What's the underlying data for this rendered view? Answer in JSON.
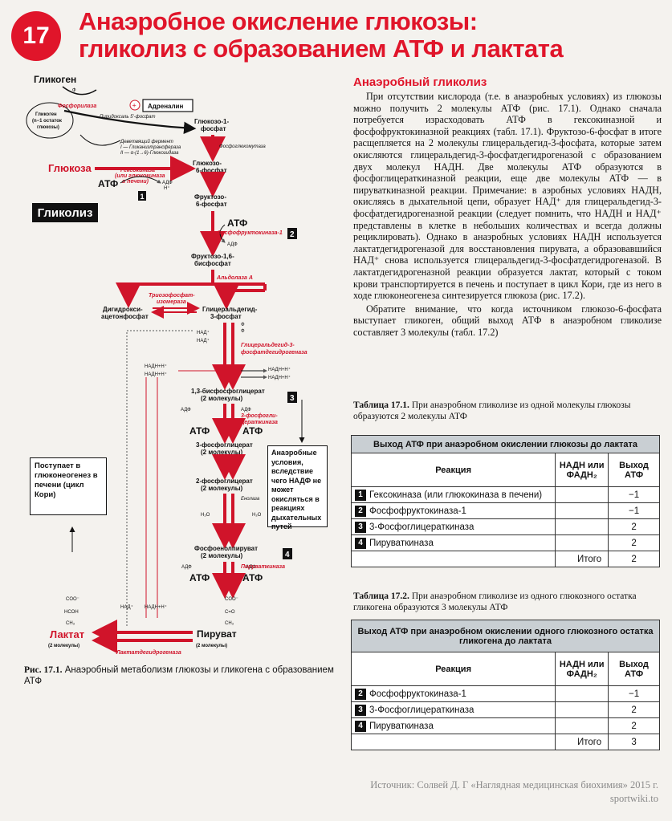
{
  "header": {
    "chapter": "17",
    "title_line1": "Анаэробное окисление глюкозы:",
    "title_line2": "гликолиз с образованием АТФ и лактата"
  },
  "diagram": {
    "glycogen": "Гликоген",
    "glycogen_rest_1": "Гликоген",
    "glycogen_rest_2": "(n−1 остаток",
    "glycogen_rest_3": "глюкозы)",
    "phi": "Ф",
    "phosphorylase": "Фосфорилаза",
    "plus": "+",
    "adrenalin": "Адреналин",
    "pyridoxal": "Пиридоксаль 5'-фосфат",
    "debranch_1": "Деветвящий фермент",
    "debranch_2": "I — Гликанизтрансфераза",
    "debranch_3": "II — α-(1→6)-Глюкозидаза",
    "g1p_1": "Глюкозо-1-",
    "g1p_2": "фосфат",
    "phosphoglucomutase": "Фосфоглюкомутаза",
    "glucose": "Глюкоза",
    "hexokinase_1": "Гексокиназа",
    "hexokinase_2": "(или глюкокиназа",
    "hexokinase_3": "в печени)",
    "atp": "АТФ",
    "adp": "АДФ",
    "hplus": "Н⁺",
    "g6p_1": "Глюкозо-",
    "g6p_2": "6-фосфат",
    "f6p_1": "Фруктозо-",
    "f6p_2": "6-фосфат",
    "glycolysis_badge": "Гликолиз",
    "pfk": "Фосфофруктокиназа-1",
    "f16bp_1": "Фруктозо-1,6-",
    "f16bp_2": "бисфосфат",
    "aldolase": "Альдолаза А",
    "tpi_1": "Триозофосфат-",
    "tpi_2": "изомераза",
    "dhap_1": "Дигидрокси-",
    "dhap_2": "ацетонфосфат",
    "gap_1": "Глицеральдегид-",
    "gap_2": "3-фосфат",
    "nad": "НАД⁺",
    "nadh": "НАДН+Н⁺",
    "gapdh_1": "Глицеральдегид-3-",
    "gapdh_2": "фосфатдегидрогеназа",
    "bpg_1": "1,3-бисфосфоглицерат",
    "two_mol": "(2 молекулы)",
    "pgk_1": "3-фосфогли-",
    "pgk_2": "цераткиназа",
    "pg3": "3-фосфоглицерат",
    "pg2": "2-фосфоглицерат",
    "enolase": "Енолаза",
    "h2o": "H₂O",
    "pep": "Фосфоенолпируват",
    "pk": "Пируваткиназа",
    "num1": "1",
    "num2": "2",
    "num3": "3",
    "num4": "4",
    "coo": "COO⁻",
    "hcoh": "HCOH",
    "ch3": "CH₃",
    "co": "C=O",
    "lactate": "Лактат",
    "pyruvate": "Пируват",
    "ldh": "Лактатдегидрогеназа",
    "cori_box": "Поступает в глюконеогенез в печени (цикл Кори)",
    "anaerobic_box": "Анаэробные условия, вследствие чего НАДФ не может окисляться в реакциях дыхательных путей"
  },
  "figure_caption": {
    "label": "Рис. 17.1.",
    "text": "Анаэробный метаболизм глюкозы и гликогена с образованием АТФ"
  },
  "section": {
    "title": "Анаэробный гликолиз"
  },
  "text": {
    "p1": "При отсутствии кислорода (т.е. в анаэробных условиях) из глюкозы можно получить 2 молекулы АТФ (рис. 17.1). Однако сначала потребуется израсходовать АТФ в гексокиназной и фосфофруктокиназной реакциях (табл. 17.1). Фруктозо-6-фосфат в итоге расщепляется на 2 молекулы глицеральдегид-3-фосфата, которые затем окисляются глицеральдегид-3-фосфатдегидрогеназой с образованием двух молекул НАДН. Две молекулы АТФ образуются в фосфоглицераткиназной реакции, еще две молекулы АТФ — в пируваткиназной реакции. Примечание: в аэробных условиях НАДН, окисляясь в дыхательной цепи, образует НАД⁺ для глицеральдегид-3-фосфатдегидрогеназной реакции (следует помнить, что НАДН и НАД⁺ представлены в клетке в небольших количествах и всегда должны рециклировать). Однако в анаэробных условиях НАДН используется лактатдегидрогеназой для восстановления пирувата, а образовавшийся НАД⁺ снова используется глицеральдегид-3-фосфатдегидрогеназой. В лактатдегидрогеназной реакции образуется лактат, который с током крови транспортируется в печень и поступает в цикл Кори, где из него в ходе глюконеогенеза синтезируется глюкоза (рис. 17.2).",
    "p2": "Обратите внимание, что когда источником глюкозо-6-фосфата выступает гликоген, общий выход АТФ в анаэробном гликолизе составляет 3 молекулы (табл. 17.2)"
  },
  "table1": {
    "caption_label": "Таблица 17.1.",
    "caption_text": "При анаэробном гликолизе из одной молекулы глюкозы образуются 2 молекулы АТФ",
    "banner": "Выход АТФ при анаэробном окислении глюкозы до лактата",
    "col_reaction": "Реакция",
    "col_nadh": "НАДН или ФАДН₂",
    "col_yield": "Выход АТФ",
    "rows": [
      {
        "num": "1",
        "reaction": "Гексокиназа (или глюкокиназа в печени)",
        "nadh": "",
        "yield": "−1"
      },
      {
        "num": "2",
        "reaction": "Фосфофруктокиназа-1",
        "nadh": "",
        "yield": "−1"
      },
      {
        "num": "3",
        "reaction": "3-Фосфоглицераткиназа",
        "nadh": "",
        "yield": "2"
      },
      {
        "num": "4",
        "reaction": "Пируваткиназа",
        "nadh": "",
        "yield": "2"
      }
    ],
    "total_label": "Итого",
    "total_value": "2"
  },
  "table2": {
    "caption_label": "Таблица 17.2.",
    "caption_text": "При анаэробном гликолизе из одного глюкозного остатка гликогена образуются 3 молекулы АТФ",
    "banner": "Выход АТФ при анаэробном окислении одного глюкозного остатка гликогена до лактата",
    "col_reaction": "Реакция",
    "col_nadh": "НАДН или ФАДН₂",
    "col_yield": "Выход АТФ",
    "rows": [
      {
        "num": "2",
        "reaction": "Фосфофруктокиназа-1",
        "nadh": "",
        "yield": "−1"
      },
      {
        "num": "3",
        "reaction": "3-Фосфоглицераткиназа",
        "nadh": "",
        "yield": "2"
      },
      {
        "num": "4",
        "reaction": "Пируваткиназа",
        "nadh": "",
        "yield": "2"
      }
    ],
    "total_label": "Итого",
    "total_value": "3"
  },
  "source": {
    "line1": "Источник: Солвей Д. Г «Наглядная медицинская биохимия» 2015 г.",
    "line2": "sportwiki.to"
  },
  "colors": {
    "accent": "#e0152a",
    "table_banner": "#c9cfd3"
  }
}
